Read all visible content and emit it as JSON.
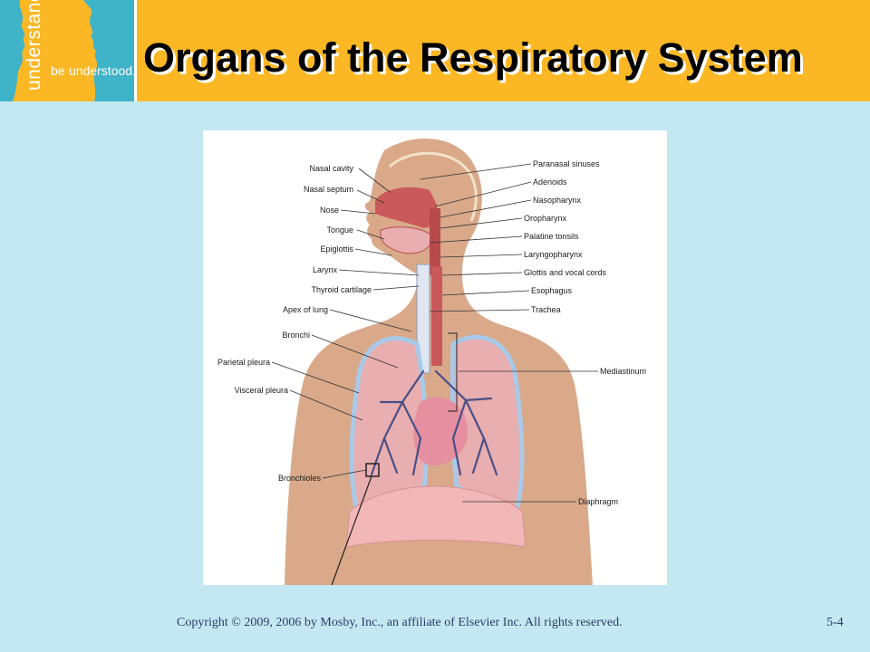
{
  "logo": {
    "vertical_text": "understand.",
    "be": "be",
    "understood": "understood."
  },
  "slide": {
    "title": "Organs of the Respiratory System",
    "footer": "Copyright © 2009, 2006 by Mosby, Inc., an affiliate of Elsevier Inc. All rights reserved.",
    "number": "5-4"
  },
  "figure": {
    "left_labels": [
      "Nasal cavity",
      "Nasal septum",
      "Nose",
      "Tongue",
      "Epiglottis",
      "Larynx",
      "Thyroid cartilage",
      "Apex of lung",
      "Bronchi",
      "Parietal pleura",
      "Visceral pleura",
      "Bronchioles"
    ],
    "right_labels": [
      "Paranasal sinuses",
      "Adenoids",
      "Nasopharynx",
      "Oropharynx",
      "Palatine tonsils",
      "Laryngopharynx",
      "Glottis and vocal cords",
      "Esophagus",
      "Trachea",
      "Mediastinum",
      "Diaphragm"
    ],
    "colors": {
      "skin": "#d9a98a",
      "airway": "#c9595a",
      "lung": "#e8aeb0",
      "pleura": "#a9c9e8",
      "bronchi": "#4a4f86",
      "heart": "#e58fa0",
      "diaphragm": "#f2b8b8"
    }
  }
}
